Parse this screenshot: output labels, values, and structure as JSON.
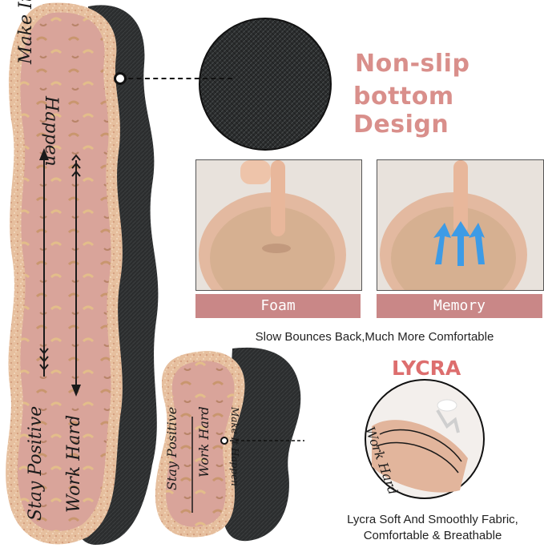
{
  "headline": {
    "line1": "Non-slip",
    "line2": "bottom Design"
  },
  "insole_texts": {
    "make_it": "Make It",
    "happen": "Happen",
    "stay_positive": "Stay Positive",
    "work_hard": "Work Hard",
    "make_it_happen_small": "Make It Happen"
  },
  "comparison": {
    "left_label": "Foam",
    "right_label": "Memory",
    "caption": "Slow Bounces Back,Much More Comfortable"
  },
  "lycra": {
    "title": "LYCRA",
    "caption_line1": "Lycra Soft And Smoothly Fabric,",
    "caption_line2": "Comfortable & Breathable"
  },
  "colors": {
    "headline": "#d98f8b",
    "lycra_title": "#dd6e6e",
    "label_bar": "#c98787",
    "insole_pink": "#d9a49a",
    "insole_glitter": "#e8c49a",
    "black_mesh": "#2b2d2e"
  },
  "icons": {
    "pointer_dot": "callout-dot-icon",
    "arrows": "blue-arrow-icon"
  }
}
